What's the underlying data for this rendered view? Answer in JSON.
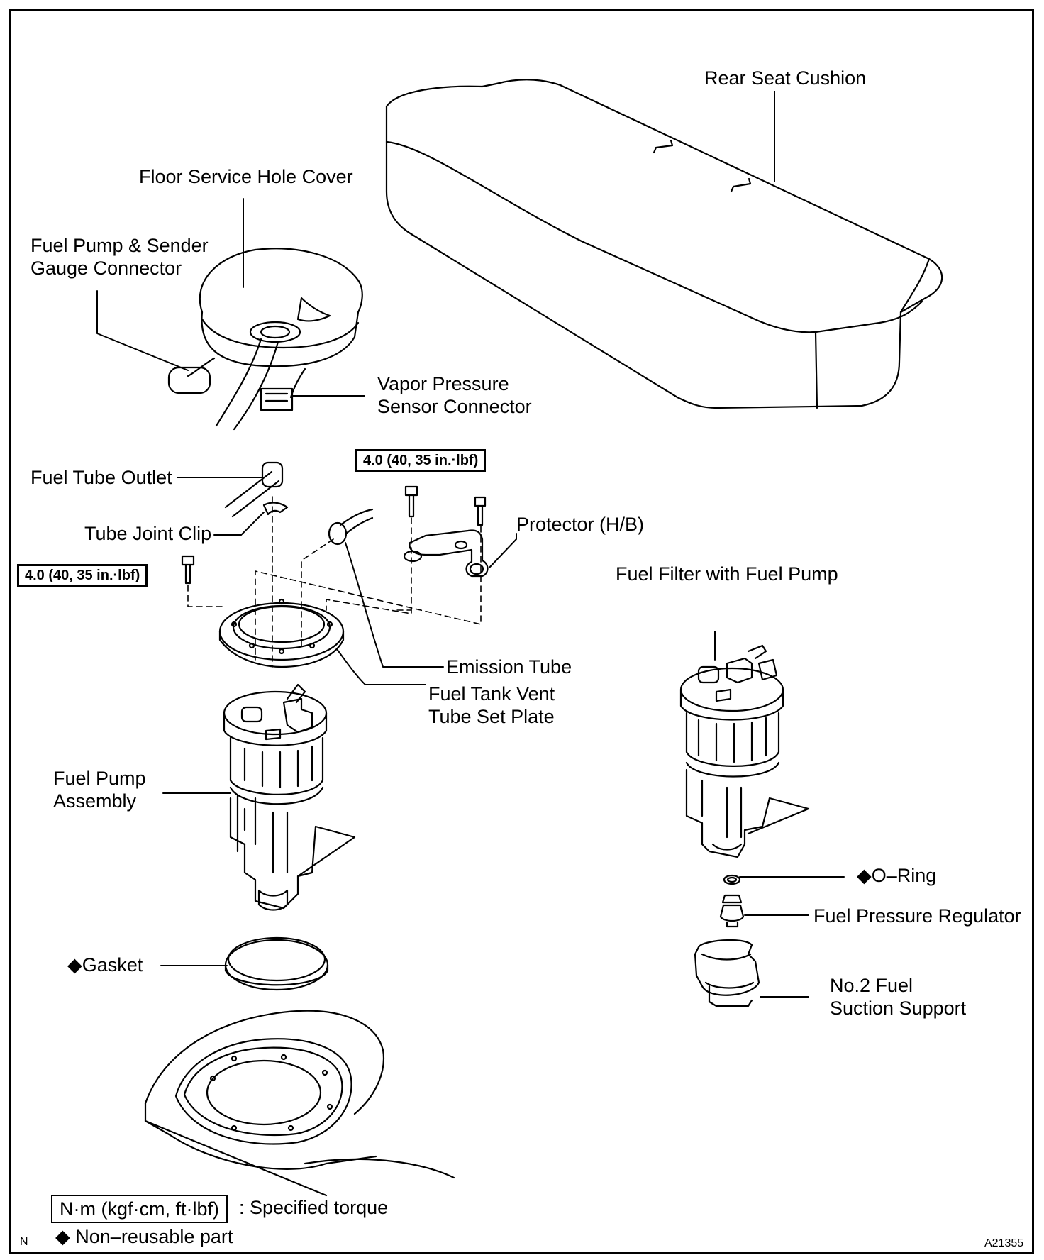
{
  "labels": {
    "rear_seat_cushion": "Rear Seat Cushion",
    "floor_service_hole_cover": "Floor Service Hole Cover",
    "fuel_pump_sender_line1": "Fuel Pump & Sender",
    "fuel_pump_sender_line2": "Gauge Connector",
    "vapor_pressure_line1": "Vapor Pressure",
    "vapor_pressure_line2": "Sensor Connector",
    "fuel_tube_outlet": "Fuel Tube Outlet",
    "tube_joint_clip": "Tube Joint Clip",
    "protector": "Protector (H/B)",
    "fuel_filter_with_pump": "Fuel Filter with Fuel Pump",
    "emission_tube": "Emission Tube",
    "vent_plate_line1": "Fuel Tank Vent",
    "vent_plate_line2": "Tube Set Plate",
    "fuel_pump_assembly_line1": "Fuel Pump",
    "fuel_pump_assembly_line2": "Assembly",
    "o_ring": "O–Ring",
    "fuel_pressure_regulator": "Fuel Pressure Regulator",
    "gasket": "Gasket",
    "suction_support_line1": "No.2 Fuel",
    "suction_support_line2": "Suction Support"
  },
  "torque_specs": {
    "upper": "4.0 (40, 35 in.·lbf)",
    "left": "4.0 (40, 35 in.·lbf)"
  },
  "legend": {
    "torque_unit": "N·m (kgf·cm, ft·lbf)",
    "torque_text": ": Specified torque",
    "non_reusable_symbol": "◆",
    "non_reusable_text": "Non–reusable part"
  },
  "corner": {
    "left_mark": "N",
    "figure_code": "A21355"
  }
}
